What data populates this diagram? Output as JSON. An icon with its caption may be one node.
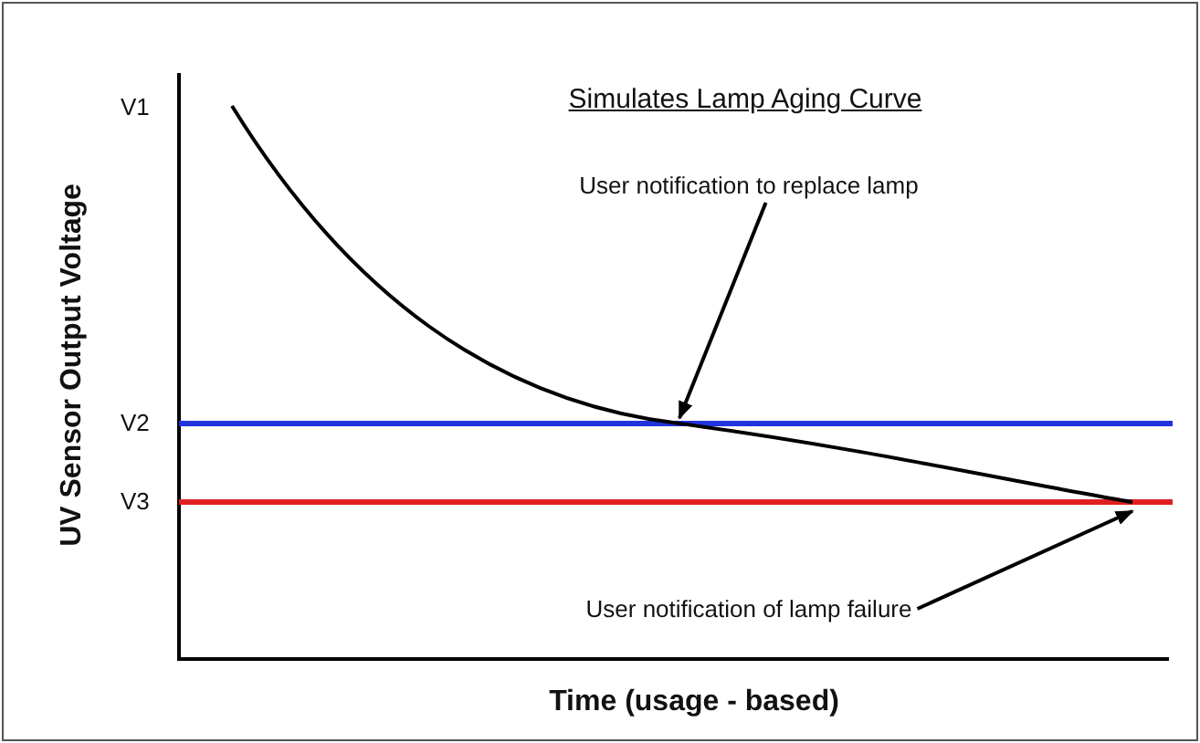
{
  "diagram": {
    "title": "Simulates Lamp Aging Curve",
    "nodes": [
      {
        "text": [
          "User notification to replace lamp"
        ]
      },
      {
        "text": [
          "User notification of lamp failure"
        ]
      }
    ],
    "edges": [
      {
        "from": 0,
        "to": null,
        "arrow": "to"
      },
      {
        "from": 1,
        "to": null,
        "arrow": "to"
      }
    ],
    "labels": [
      "UV Sensor Output Voltage",
      "V1",
      "V2",
      "V3",
      "Time (usage - based)"
    ]
  }
}
